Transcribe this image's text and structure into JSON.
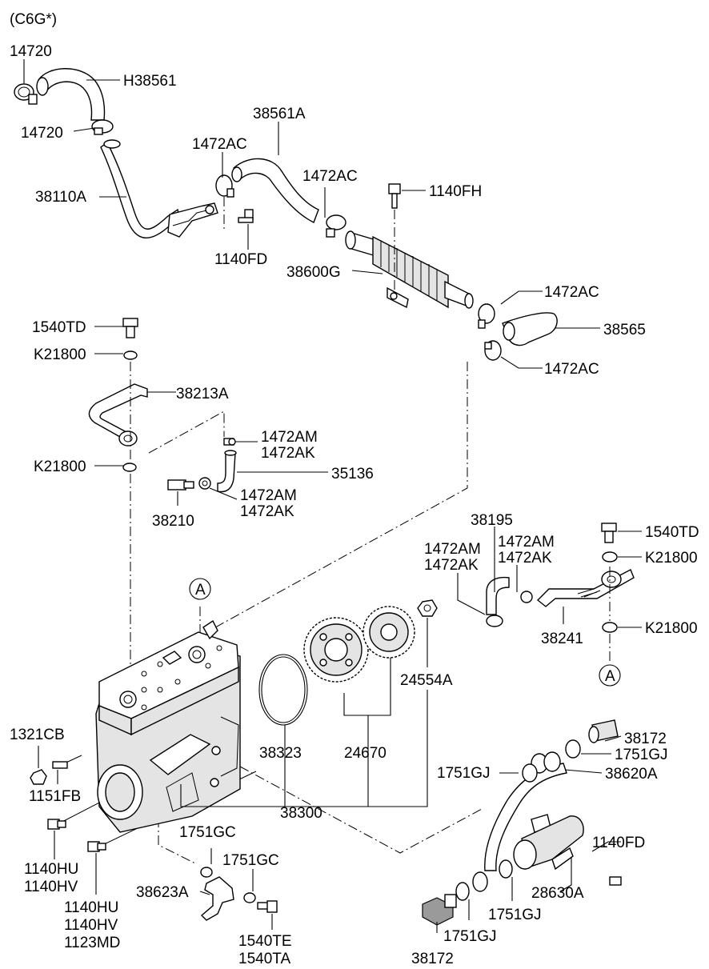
{
  "variant": "(C6G*)",
  "labels": {
    "l14720_top": "14720",
    "lH38561": "H38561",
    "l14720_mid": "14720",
    "l38561A": "38561A",
    "l1472AC_a": "1472AC",
    "l1472AC_b": "1472AC",
    "l38110A": "38110A",
    "l1140FH": "1140FH",
    "l1140FD_top": "1140FD",
    "l38600G": "38600G",
    "l1472AC_c": "1472AC",
    "l38565": "38565",
    "l1472AC_d": "1472AC",
    "l1540TD_left": "1540TD",
    "lK21800_a": "K21800",
    "l38213A": "38213A",
    "l1472AM_a": "1472AM",
    "l1472AK_a": "1472AK",
    "lK21800_b": "K21800",
    "l35136": "35136",
    "l1472AM_b": "1472AM",
    "l1472AK_b": "1472AK",
    "l38210": "38210",
    "l38195": "38195",
    "l1472AM_c": "1472AM",
    "l1472AK_c": "1472AK",
    "l1472AM_d": "1472AM",
    "l1472AK_d": "1472AK",
    "l1540TD_right": "1540TD",
    "lK21800_c": "K21800",
    "l38241": "38241",
    "lK21800_d": "K21800",
    "refA_top": "A",
    "refA_right": "A",
    "l24554A": "24554A",
    "l38323": "38323",
    "l24670": "24670",
    "l1321CB": "1321CB",
    "l1151FB": "1151FB",
    "l38300": "38300",
    "l38172_top": "38172",
    "l1751GJ_a": "1751GJ",
    "l1751GJ_b": "1751GJ",
    "l38620A": "38620A",
    "l1140FD_bot": "1140FD",
    "l1140HU_a": "1140HU",
    "l1140HV_a": "1140HV",
    "l1751GC_a": "1751GC",
    "l1751GC_b": "1751GC",
    "l38623A": "38623A",
    "l1140HU_b": "1140HU",
    "l1140HV_b": "1140HV",
    "l1123MD": "1123MD",
    "l1540TE": "1540TE",
    "l1540TA": "1540TA",
    "l28630A": "28630A",
    "l1751GJ_c": "1751GJ",
    "l1751GJ_d": "1751GJ",
    "l38172_bot": "38172"
  }
}
